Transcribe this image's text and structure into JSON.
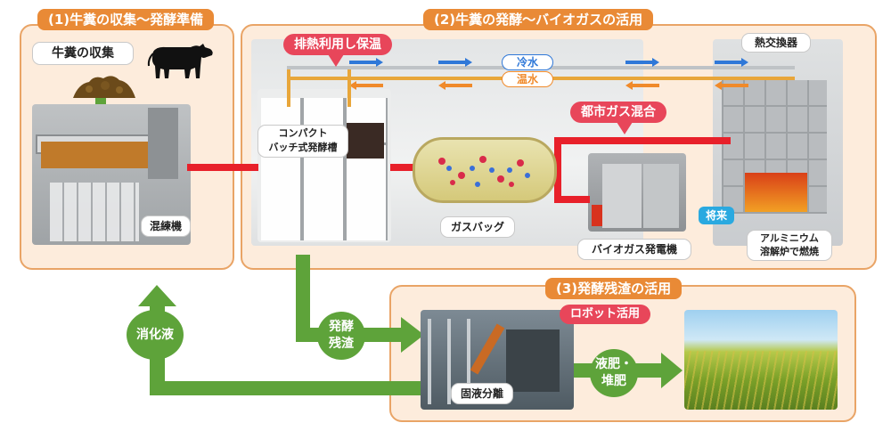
{
  "section1": {
    "title": "(1)牛糞の収集〜発酵準備",
    "collect_label": "牛糞の収集",
    "mixer_label": "混練機"
  },
  "section2": {
    "title": "(2)牛糞の発酵〜バイオガスの活用",
    "heat_tag": "排熱利用し保温",
    "cold_water": "冷水",
    "hot_water": "温水",
    "heat_exchanger": "熱交換器",
    "gas_mix_tag": "都市ガス混合",
    "tank_label": [
      "コンパクト",
      "バッチ式発酵槽"
    ],
    "gasbag_label": "ガスバッグ",
    "generator_label": "バイオガス発電機",
    "future_label": "将来",
    "furnace_label": [
      "アルミニウム",
      "溶解炉で燃焼"
    ]
  },
  "section3": {
    "title": "(3)発酵残渣の活用",
    "robot_tag": "ロボット活用",
    "separation_label": "固液分離",
    "residue_bubble": [
      "発酵",
      "残渣"
    ],
    "digestate_bubble": "消化液",
    "fertilizer_bubble": [
      "液肥・",
      "堆肥"
    ]
  },
  "colors": {
    "panel_fill": "#fdecdc",
    "panel_border": "#e9a466",
    "title_orange": "#e98a36",
    "pipe_red": "#e8202a",
    "arrow_green": "#5ea33a",
    "tag_red": "#e8465a",
    "cold_blue": "#2f78d8",
    "hot_orange": "#f08a2a"
  },
  "icons": [
    "cow-icon",
    "manure-pile-icon"
  ]
}
